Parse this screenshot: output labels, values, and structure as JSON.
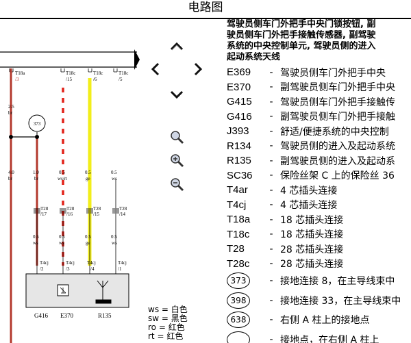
{
  "header": {
    "title": "电路图"
  },
  "diagram": {
    "fuse_labels": [
      {
        "id": "T18a",
        "sub": "/3",
        "color": "#b3382c"
      },
      {
        "id": "T18c",
        "sub": "/15",
        "color": "#e2231a"
      },
      {
        "id": "T18c",
        "sub": "/6",
        "color": "#f2ee1a"
      },
      {
        "id": "T18c",
        "sub": "/5",
        "color": "#000000"
      }
    ],
    "left_wire": {
      "gauge": "2.5",
      "color": "br"
    },
    "ground_circle": "373",
    "mid_wires": [
      {
        "gauge": "4.0",
        "color": "br"
      },
      {
        "gauge": "1.0",
        "color": "br"
      },
      {
        "gauge": "0.5",
        "color": "ws/rt"
      },
      {
        "gauge": "0.5",
        "color": "ge"
      },
      {
        "gauge": "0.5",
        "color": "ws"
      }
    ],
    "t28_labels": [
      {
        "id": "T28",
        "sub": "/17"
      },
      {
        "id": "T28",
        "sub": "/16"
      },
      {
        "id": "T28",
        "sub": "/15"
      },
      {
        "id": "T28",
        "sub": "/14"
      }
    ],
    "low_wires": [
      {
        "gauge": "0.5",
        "color": "ws"
      },
      {
        "gauge": "0.5",
        "color": "ws"
      },
      {
        "gauge": "0.5",
        "color": "ge"
      },
      {
        "gauge": "0.5",
        "color": "ws"
      }
    ],
    "t4_labels": [
      {
        "id": "T4cj",
        "sub": "/2"
      },
      {
        "id": "T4cj",
        "sub": "/3"
      },
      {
        "id": "T4cj",
        "sub": "/4"
      },
      {
        "id": "T4cj",
        "sub": "/1"
      }
    ],
    "components": [
      "G416",
      "E370",
      "R135"
    ]
  },
  "nav": {
    "up": "chevron-up",
    "down": "chevron-down",
    "left": "chevron-left",
    "right": "chevron-right",
    "zoom": "magnifier",
    "zoom_in": "magnifier-plus",
    "zoom_out": "magnifier-minus"
  },
  "color_legend": [
    "ws = 白色",
    "sw = 黑色",
    "ro = 红色",
    "rt = 红色"
  ],
  "legend": {
    "title_lines": [
      "驾驶员侧车门外把手中央门锁按钮, 副",
      "驶员侧车门外把手接触传感器, 副驾驶",
      "系统的中央控制单元, 驾驶员侧的进入",
      "起动系统天线"
    ],
    "items": [
      {
        "code": "E369",
        "desc": "驾驶员侧车门外把手中央"
      },
      {
        "code": "E370",
        "desc": "副驾驶员侧车门外把手中央"
      },
      {
        "code": "G415",
        "desc": "驾驶员侧车门外把手接触传"
      },
      {
        "code": "G416",
        "desc": "副驾驶员侧车门外把手接触"
      },
      {
        "code": "J393",
        "desc": "舒适/便捷系统的中央控制"
      },
      {
        "code": "R134",
        "desc": "驾驶员侧的进入及起动系统"
      },
      {
        "code": "R135",
        "desc": "副驾驶员侧的进入及起动系"
      },
      {
        "code": "SC36",
        "desc": "保险丝架 C 上的保险丝 36"
      },
      {
        "code": "T4ar",
        "desc": "4 芯插头连接"
      },
      {
        "code": "T4cj",
        "desc": "4 芯插头连接"
      },
      {
        "code": "T18a",
        "desc": "18 芯插头连接"
      },
      {
        "code": "T18c",
        "desc": "18 芯插头连接"
      },
      {
        "code": "T28",
        "desc": "28 芯插头连接"
      },
      {
        "code": "T28c",
        "desc": "28 芯插头连接"
      }
    ],
    "grounds": [
      {
        "code": "373",
        "desc": "接地连接 8，在主导线束中"
      },
      {
        "code": "398",
        "desc": "接地连接 33，在主导线束中"
      },
      {
        "code": "638",
        "desc": "右侧 A 柱上的接地点"
      },
      {
        "code": "",
        "desc": "接地点，在右侧 A 柱上"
      }
    ]
  }
}
